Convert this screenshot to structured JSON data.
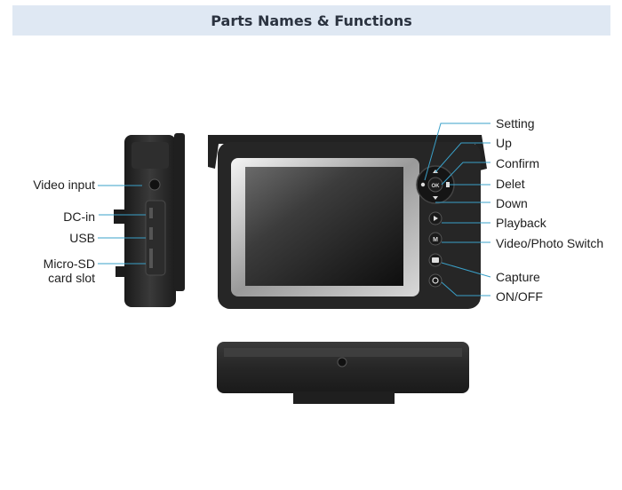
{
  "title": "Parts Names & Functions",
  "left_labels": {
    "video_input": "Video input",
    "dc_in": "DC-in",
    "usb": "USB",
    "micro_sd_line1": "Micro-SD",
    "micro_sd_line2": "card slot"
  },
  "right_labels": {
    "setting": "Setting",
    "up": "Up",
    "confirm": "Confirm",
    "delet": "Delet",
    "down": "Down",
    "playback": "Playback",
    "switch": "Video/Photo Switch",
    "capture": "Capture",
    "on_off": "ON/OFF"
  },
  "button_glyphs": {
    "ok": "OK",
    "mode": "M"
  },
  "colors": {
    "title_bg": "#dfe8f3",
    "callout_line": "#3aa0c8",
    "device_body": "#2a2a2a"
  }
}
